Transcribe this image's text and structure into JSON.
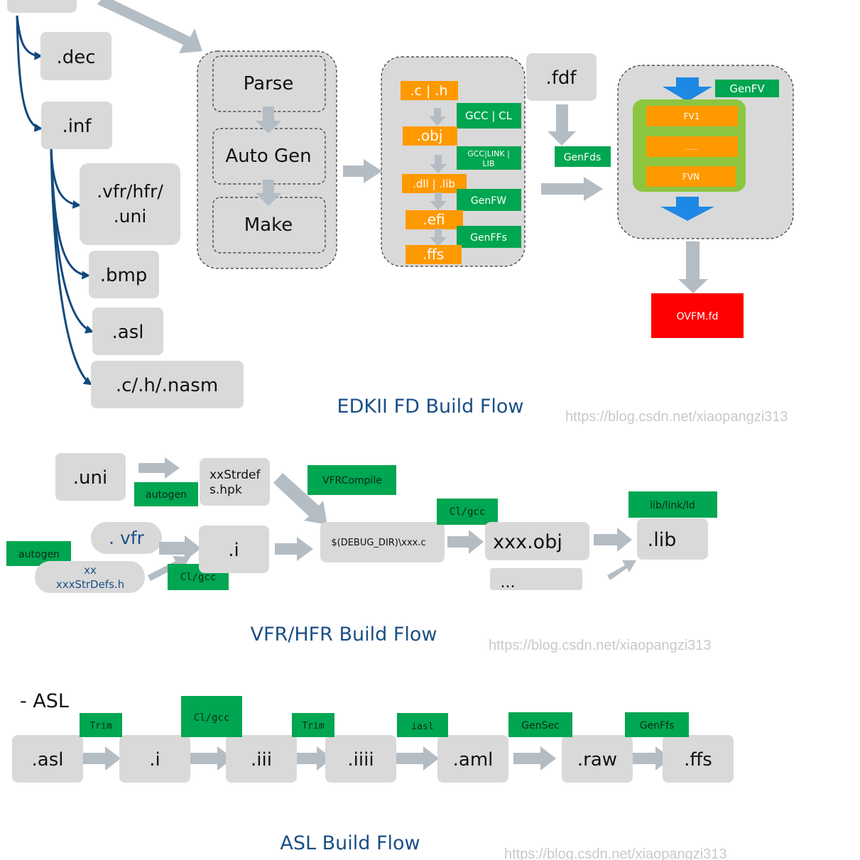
{
  "fd_flow": {
    "title": "EDKII FD Build Flow",
    "watermark": "https://blog.csdn.net/xiaopangzi313",
    "sources": {
      "dec": ".dec",
      "inf": ".inf",
      "vfr_line1": ".vfr/hfr/",
      "vfr_line2": ".uni",
      "bmp": ".bmp",
      "asl": ".asl",
      "c": ".c/.h/.nasm"
    },
    "steps": {
      "parse": "Parse",
      "autogen": "Auto Gen",
      "make": "Make"
    },
    "compile": {
      "ch": ".c | .h",
      "obj": ".obj",
      "dll": ".dll | .lib",
      "efi": ".efi",
      "ffs": ".ffs",
      "gcc": "GCC | CL",
      "link_line1": "GCC|LINK |",
      "link_line2": "LIB",
      "genfw": "GenFW",
      "genffs": "GenFFs"
    },
    "fdf": ".fdf",
    "genfds": "GenFds",
    "genfv": "GenFV",
    "fv": {
      "fv1": "FV1",
      "dots": "......",
      "fvn": "FVN"
    },
    "output": "OVFM.fd",
    "colors": {
      "box": "#d9d9d9",
      "orange": "#ff9900",
      "green": "#00a651",
      "red": "#ff0000",
      "lime": "#8cc63f",
      "blue_arrow": "#1e88e5",
      "edge": "#124a7e",
      "arrow": "#b4bcc4"
    }
  },
  "vfr_flow": {
    "title": "VFR/HFR Build Flow",
    "watermark": "https://blog.csdn.net/xiaopangzi313",
    "uni": ".uni",
    "autogen_top": "autogen",
    "strdefs_line1": "xxStrdef",
    "strdefs_line2": "s.hpk",
    "vfrcompile": "VFRCompile",
    "vfr": ". vfr",
    "autogen_left": "autogen",
    "xx_line1": "xx",
    "xx_line2": "xxxStrDefs.h",
    "cl_gcc_bottom": "Cl/gcc",
    "i": ".i",
    "debug_c": "$(DEBUG_DIR)\\xxx.c",
    "cl_gcc_top": "Cl/gcc",
    "obj": "xxx.obj",
    "dots": "...",
    "lib_label": "lib/link/ld",
    "lib": ".lib"
  },
  "asl_flow": {
    "heading": "-  ASL",
    "title": "ASL Build Flow",
    "watermark": "https://blog.csdn.net/xiaopangzi313",
    "nodes": [
      ".asl",
      ".i",
      ".iii",
      ".iiii",
      ".aml",
      ".raw",
      ".ffs"
    ],
    "tools": [
      "Trim",
      "Cl/gcc",
      "Trim",
      "iasl",
      "GenSec",
      "GenFfs"
    ]
  }
}
